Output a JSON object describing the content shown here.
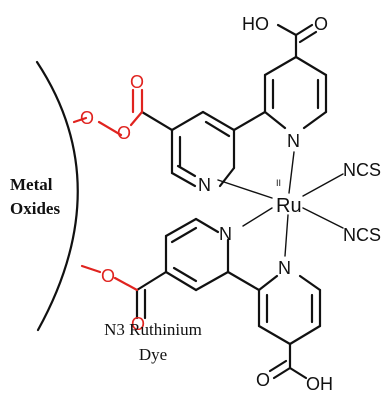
{
  "surface_label": {
    "line1": "Metal",
    "line2": "Oxides"
  },
  "caption": {
    "line1": "N3 Ruthinium",
    "line2": "Dye"
  },
  "atoms": {
    "metal": "Ru",
    "oxidation_state": "II",
    "ligand_top": "NCS",
    "ligand_bottom": "NCS",
    "nitrogen": "N",
    "hydroxyl_top": "HO",
    "hydroxyl_bottom": "OH",
    "oxygen": "O"
  },
  "colors": {
    "bond": "#111111",
    "anchor": "#e0231f"
  }
}
